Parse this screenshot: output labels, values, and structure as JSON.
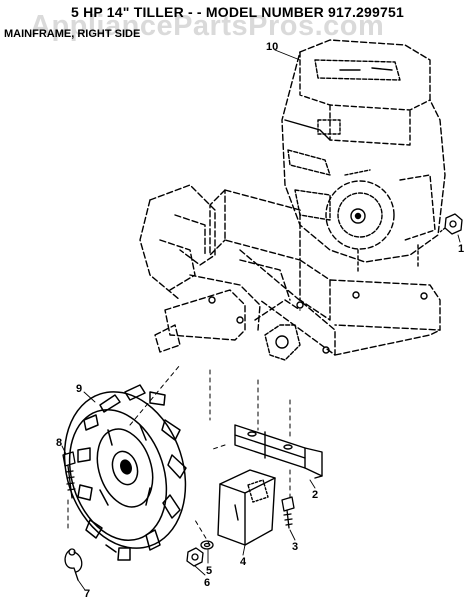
{
  "header": {
    "title": "5 HP  14\" TILLER - - MODEL NUMBER 917.299751",
    "subtitle": "MAINFRAME, RIGHT SIDE",
    "watermark": "AppliancePartsPros.com"
  },
  "callouts": {
    "c1": "1",
    "c2": "2",
    "c3": "3",
    "c4": "4",
    "c5": "5",
    "c6": "6",
    "c7": "7",
    "c8": "8",
    "c9": "9",
    "c10": "10"
  }
}
